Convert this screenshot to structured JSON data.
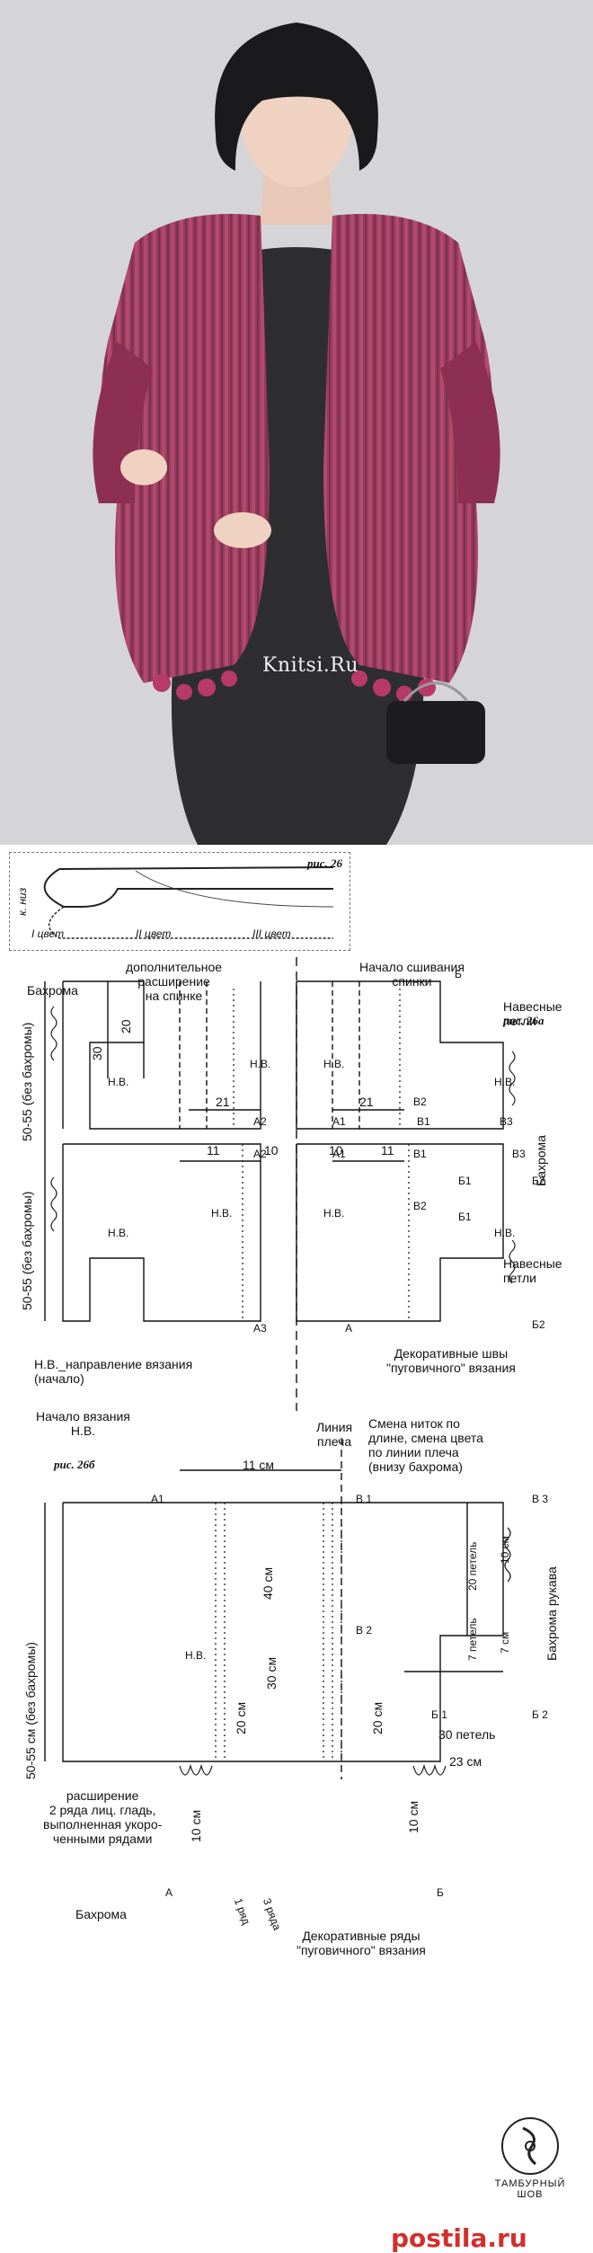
{
  "photo": {
    "watermark": "Knitsi.Ru"
  },
  "sketch": {
    "title": "рис. 26",
    "labels": [
      "к. низ",
      "I цвет",
      "II цвет",
      "III цвет"
    ]
  },
  "fig26a": {
    "title": "рис. 26а",
    "fringe_label": "Бахрома",
    "extra_expansion": "дополнительное\nрасширение\nна спинке",
    "seam_start": "Начало сшивания\nспинки",
    "hanging_loops": "Навесные\nпетли",
    "hanging_loops_2": "Навесные\nпетли",
    "height_label": "50-55 (без бахромы)",
    "height_label_2": "50-55 (без бахромы)",
    "dim_30": "30",
    "dim_20": "20",
    "dim_21": "21",
    "dim_21b": "21",
    "dim_11": "11",
    "dim_10": "10",
    "dim_10b": "10",
    "dim_11b": "11",
    "hv": "Н.В.",
    "fringe_side": "Бахрома",
    "points": [
      "Б",
      "Б1",
      "Б2",
      "В3",
      "В1",
      "В2",
      "А1",
      "А2",
      "А3",
      "А",
      "Б1",
      "Б2",
      "В3",
      "В1",
      "В2",
      "А1",
      "А2"
    ],
    "legend": "Н.В._направление вязания\n(начало)",
    "decor_seams": "Декоративные швы\n\"пуговичного\" вязания"
  },
  "fig26b": {
    "title": "рис. 26б",
    "knit_start": "Начало вязания\nН.В.",
    "shoulder_line": "Линия\nплеча",
    "thread_change": "Смена ниток по\nдлине, смена цвета\nпо линии плеча\n(внизу бахрома)",
    "dim_11cm": "11 см",
    "dim_40cm": "40 см",
    "dim_30cm": "30 см",
    "dim_20cm": "20 см",
    "dim_20cm_b": "20 см",
    "dim_10cm": "10 см",
    "dim_10cm_b": "10 см",
    "dim_20loops": "20 петель",
    "dim_10cm_r": "10 см",
    "dim_7loops": "7 петель",
    "dim_7cm": "7 см",
    "dim_30loops": "30 петель",
    "dim_23cm": "23 см",
    "height": "50-55 см (без бахромы)",
    "sleeve_fringe": "Бахрома рукава",
    "hv": "Н.В.",
    "expansion_note": "расширение\n2 ряда лиц. гладь,\nвыполненная укоро-\nченными рядами",
    "fringe": "Бахрома",
    "row1": "1 ряд",
    "row3": "3 ряда",
    "decor_rows": "Декоративные ряды\n\"пуговичного\" вязания",
    "points": [
      "А1",
      "В 1",
      "В 3",
      "В 2",
      "Б 1",
      "Б 2",
      "А",
      "Б"
    ]
  },
  "logo": {
    "text": "ТАМБУРНЫЙ\nШОВ"
  },
  "footer": {
    "brand": "postila.ru"
  }
}
